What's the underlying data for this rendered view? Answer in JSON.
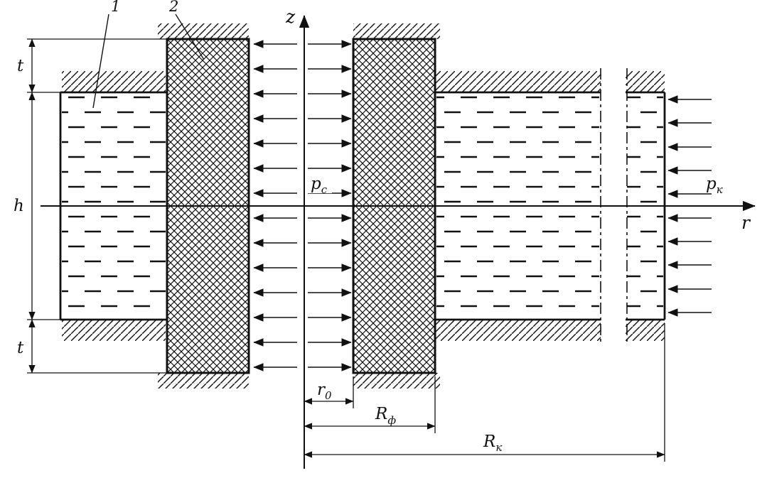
{
  "figure": {
    "axis": {
      "vertical_label": "z",
      "horizontal_label": "r"
    },
    "pressures": {
      "well": {
        "base": "p",
        "sub": "c"
      },
      "reservoir": {
        "base": "p",
        "sub": "к"
      }
    },
    "radii": {
      "well_radius": {
        "base": "r",
        "sub": "0"
      },
      "filter_radius": {
        "base": "R",
        "sub": "ф"
      },
      "contour_radius": {
        "base": "R",
        "sub": "к"
      }
    },
    "dimensions": {
      "t_top": "t",
      "height": "h",
      "t_bottom": "t"
    },
    "callouts": {
      "item1": "1",
      "item2": "2"
    }
  }
}
